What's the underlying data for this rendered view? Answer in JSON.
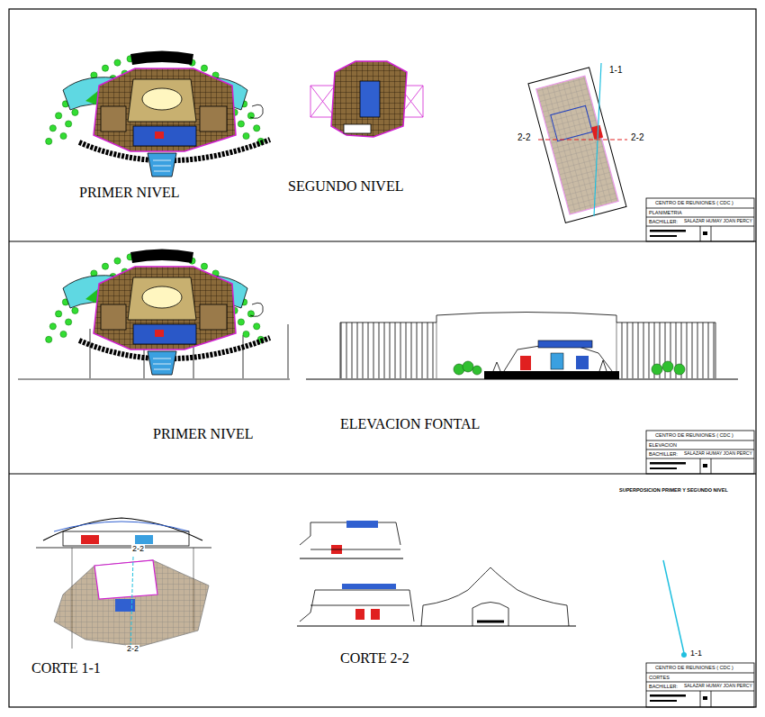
{
  "diagram": {
    "labels": [
      "PRIMER NIVEL",
      "SEGUNDO NIVEL",
      "1-1",
      "2-2",
      "2-2",
      "CENTRO DE REUNIONES ( CDC )",
      "PLANIMETRIA",
      "BACHILLER:",
      "SALAZAR HUMAY JOAN PERCY",
      "PRIMER NIVEL",
      "ELEVACION FONTAL",
      "CENTRO DE REUNIONES ( CDC )",
      "ELEVACION",
      "BACHILLER:",
      "SALAZAR HUMAY JOAN PERCY",
      "SUPERPOSICION PRIMER Y SEGUNDO NIVEL",
      "2-2",
      "2-2",
      "CORTE 1-1",
      "CORTE 2-2",
      "1-1",
      "CENTRO DE REUNIONES ( CDC )",
      "CORTES",
      "BACHILLER:",
      "SALAZAR HUMAY JOAN PERCY"
    ]
  }
}
